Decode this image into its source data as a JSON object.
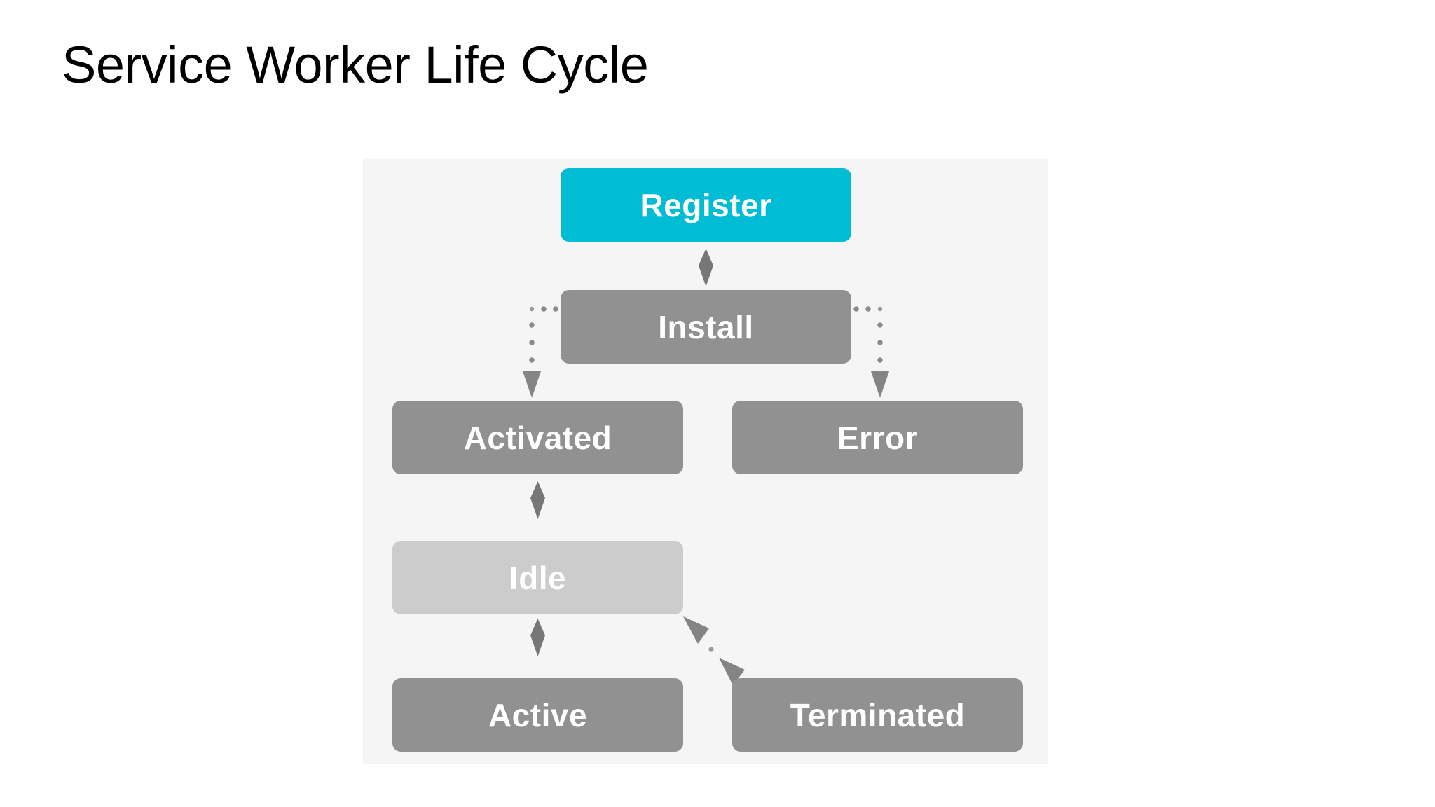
{
  "slide": {
    "title": "Service Worker Life Cycle",
    "background_color": "#FFFFFF",
    "title_color": "#000000"
  },
  "diagram": {
    "name": "service-worker-life-cycle",
    "panel_background": "#F5F5F5",
    "colors": {
      "accent_cyan": "#00BCD4",
      "node_gray": "#919191",
      "node_light_gray": "#CCCCCC",
      "connector_gray": "#777777",
      "node_text": "#FFFFFF"
    },
    "nodes": [
      {
        "id": "register",
        "label": "Register",
        "fill": "#00BCD4",
        "text_color": "#FFFFFF"
      },
      {
        "id": "install",
        "label": "Install",
        "fill": "#919191",
        "text_color": "#FFFFFF"
      },
      {
        "id": "activated",
        "label": "Activated",
        "fill": "#919191",
        "text_color": "#FFFFFF"
      },
      {
        "id": "error",
        "label": "Error",
        "fill": "#919191",
        "text_color": "#FFFFFF"
      },
      {
        "id": "idle",
        "label": "Idle",
        "fill": "#CCCCCC",
        "text_color": "#FFFFFF"
      },
      {
        "id": "active",
        "label": "Active",
        "fill": "#919191",
        "text_color": "#FFFFFF"
      },
      {
        "id": "terminated",
        "label": "Terminated",
        "fill": "#919191",
        "text_color": "#FFFFFF"
      }
    ],
    "edges": [
      {
        "from": "register",
        "to": "install",
        "style": "solid-diamond",
        "direction": "down"
      },
      {
        "from": "install",
        "to": "activated",
        "style": "dotted-arrow",
        "direction": "down-left"
      },
      {
        "from": "install",
        "to": "error",
        "style": "dotted-arrow",
        "direction": "down-right"
      },
      {
        "from": "activated",
        "to": "idle",
        "style": "solid-diamond",
        "direction": "down"
      },
      {
        "from": "idle",
        "to": "active",
        "style": "solid-diamond",
        "direction": "down"
      },
      {
        "from": "idle",
        "to": "terminated",
        "style": "dotted-arrow",
        "direction": "bidirectional-diagonal"
      }
    ]
  }
}
